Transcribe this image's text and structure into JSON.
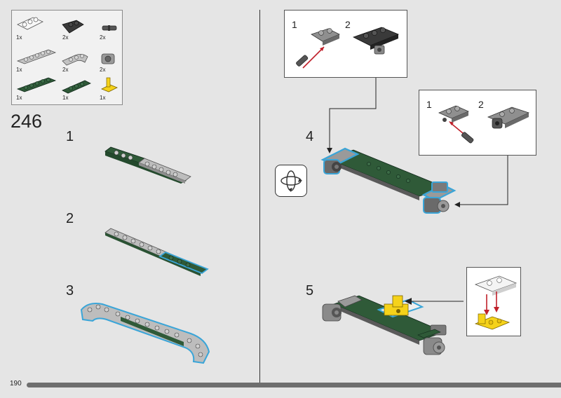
{
  "page": {
    "number": "190"
  },
  "parts": [
    {
      "qty": "1x",
      "color": "#ffffff"
    },
    {
      "qty": "2x",
      "color": "#2b2b2b"
    },
    {
      "qty": "2x",
      "color": "#555555"
    },
    {
      "qty": "1x",
      "color": "#b4b4b4"
    },
    {
      "qty": "2x",
      "color": "#b4b4b4"
    },
    {
      "qty": "2x",
      "color": "#8f8f8f"
    },
    {
      "qty": "1x",
      "color": "#2f5a38"
    },
    {
      "qty": "1x",
      "color": "#2f5a38"
    },
    {
      "qty": "1x",
      "color": "#f5d21a"
    }
  ],
  "main_step": "246",
  "left_substeps": [
    "1",
    "2",
    "3"
  ],
  "right_substeps": [
    "4",
    "5"
  ],
  "callout_top": [
    "1",
    "2"
  ],
  "callout_mid": [
    "1",
    "2"
  ],
  "colors": {
    "dark_green": "#2f5a38",
    "light_gray": "#b4b4b4",
    "dark_gray": "#5a5a5a",
    "yellow": "#f5d21a",
    "highlight_blue": "#3aa5d8",
    "arrow_red": "#c0202a"
  }
}
